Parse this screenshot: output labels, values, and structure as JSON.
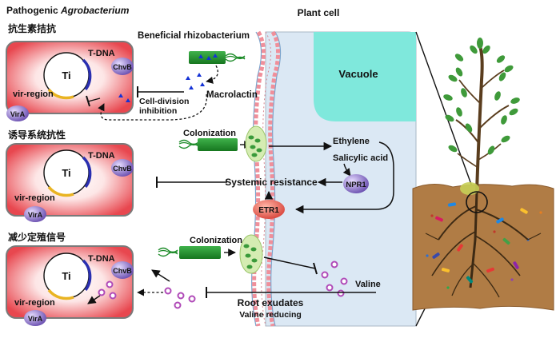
{
  "header": {
    "left_title_prefix": "Pathogenic ",
    "left_title_italic": "Agrobacterium",
    "right_title": "Plant cell"
  },
  "panels": [
    {
      "heading": "抗生素拮抗"
    },
    {
      "heading": "诱导系统抗性"
    },
    {
      "heading": "减少定殖信号"
    }
  ],
  "cell_labels": {
    "plasmid": "Ti",
    "tdna": "T-DNA",
    "vir": "vir-region",
    "chvb": "ChvB",
    "vira": "VirA"
  },
  "labels": {
    "beneficial": "Beneficial rhizobacterium",
    "macrolactin": "Macrolactin",
    "celldiv_1": "Cell-division",
    "celldiv_2": "inhibition",
    "colonization_1": "Colonization",
    "colonization_2": "Colonization",
    "ethylene": "Ethylene",
    "salicylic": "Salicylic acid",
    "npr1": "NPR1",
    "systemic": "Systemic resistance",
    "etr1": "ETR1",
    "vacuole": "Vacuole",
    "valine": "Valine",
    "root_exudates": "Root exudates",
    "valine_reducing": "Valine reducing"
  },
  "colors": {
    "cell_red": "#e8474f",
    "bacterium_green": "#1e8c2a",
    "plasmid_blue": "#2a2fb0",
    "plasmid_yellow": "#e9b422",
    "protein_purple": "#8a6fc4",
    "vacuole_cyan": "#7fe8dc",
    "plant_cyto": "#dbe8f4",
    "etr1_red": "#e05a52",
    "soil_brown": "#b07c45",
    "macrolactin_blue": "#1432d6",
    "valine_purple": "#b04ab8"
  }
}
